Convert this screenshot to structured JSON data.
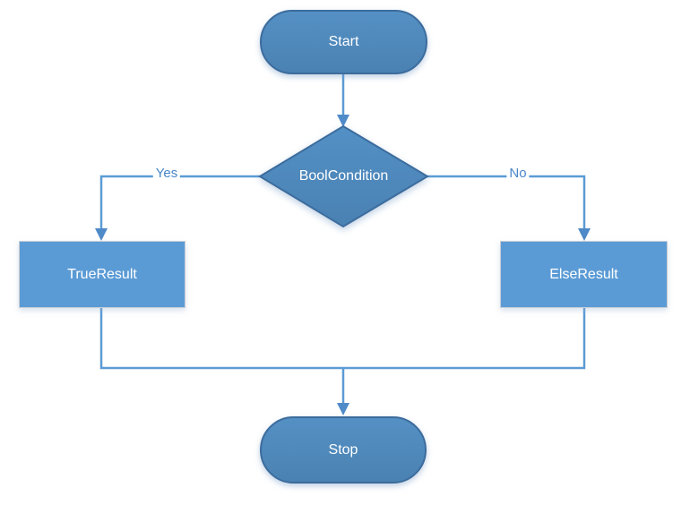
{
  "diagram": {
    "type": "flowchart",
    "nodes": [
      {
        "id": "start",
        "type": "terminator",
        "label": "Start"
      },
      {
        "id": "condition",
        "type": "decision",
        "label": "BoolCondition"
      },
      {
        "id": "true-result",
        "type": "process",
        "label": "TrueResult"
      },
      {
        "id": "else-result",
        "type": "process",
        "label": "ElseResult"
      },
      {
        "id": "stop",
        "type": "terminator",
        "label": "Stop"
      }
    ],
    "edges": [
      {
        "from": "start",
        "to": "condition",
        "label": ""
      },
      {
        "from": "condition",
        "to": "true-result",
        "label": "Yes"
      },
      {
        "from": "condition",
        "to": "else-result",
        "label": "No"
      },
      {
        "from": "true-result",
        "to": "stop",
        "label": ""
      },
      {
        "from": "else-result",
        "to": "stop",
        "label": ""
      }
    ],
    "colors": {
      "terminator_fill": "#4d87bb",
      "terminator_border": "#3c6c9d",
      "decision_fill": "#4d87bb",
      "decision_border": "#3c6c9d",
      "process_fill": "#5b9bd5",
      "process_border": "#c9ced6",
      "connector": "#5b9bd5",
      "edge_label_text": "#4a86c8",
      "node_text": "#ffffff"
    }
  }
}
